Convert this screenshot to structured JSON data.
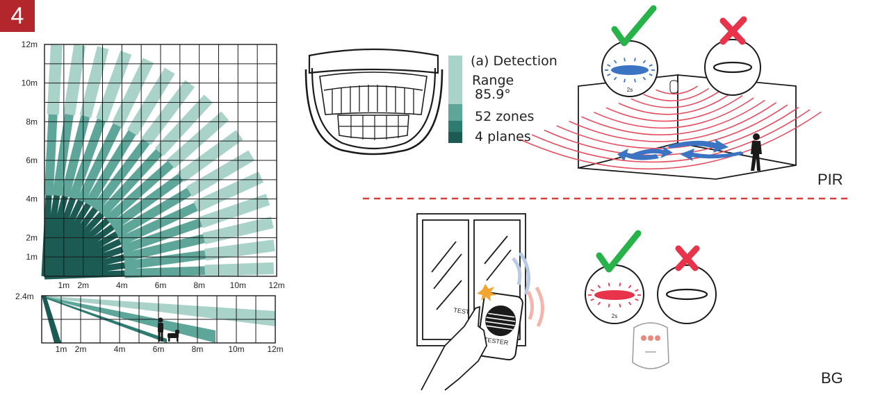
{
  "step": {
    "number": "4"
  },
  "top_view": {
    "y_ticks": [
      {
        "label": "12m",
        "value": 12
      },
      {
        "label": "10m",
        "value": 10
      },
      {
        "label": "8m",
        "value": 8
      },
      {
        "label": "6m",
        "value": 6
      },
      {
        "label": "4m",
        "value": 4
      },
      {
        "label": "2m",
        "value": 2
      },
      {
        "label": "1m",
        "value": 1
      }
    ],
    "x_ticks": [
      {
        "label": "1m",
        "value": 1
      },
      {
        "label": "2m",
        "value": 2
      },
      {
        "label": "4m",
        "value": 4
      },
      {
        "label": "6m",
        "value": 6
      },
      {
        "label": "8m",
        "value": 8
      },
      {
        "label": "10m",
        "value": 10
      },
      {
        "label": "12m",
        "value": 12
      }
    ]
  },
  "side_view": {
    "height_label": "2.4m",
    "x_ticks": [
      {
        "label": "1m",
        "value": 1
      },
      {
        "label": "2m",
        "value": 2
      },
      {
        "label": "4m",
        "value": 4
      },
      {
        "label": "6m",
        "value": 6
      },
      {
        "label": "8m",
        "value": 8
      },
      {
        "label": "10m",
        "value": 10
      },
      {
        "label": "12m",
        "value": 12
      }
    ]
  },
  "legend": {
    "detection_line1": "(a) Detection",
    "detection_line2": "Range",
    "angle": "85.9°",
    "zones": "52 zones",
    "planes": "4 planes"
  },
  "pir": {
    "label": "PIR",
    "timer": "2s"
  },
  "bg": {
    "label": "BG",
    "timer": "2s",
    "tester_label": "TESTER",
    "test_label": "TEST"
  },
  "colors": {
    "accent_red": "#b3262b",
    "light_teal": "#a9d3c8",
    "mid_teal": "#5fa69a",
    "dark_teal": "#2e7b72",
    "darkest_teal": "#1c5a54",
    "check_green": "#27b24a",
    "cross_red": "#e8344a",
    "wave_red": "#e84d5f",
    "blue_arrow": "#3b74c2",
    "dashed_red": "#d0403c"
  }
}
